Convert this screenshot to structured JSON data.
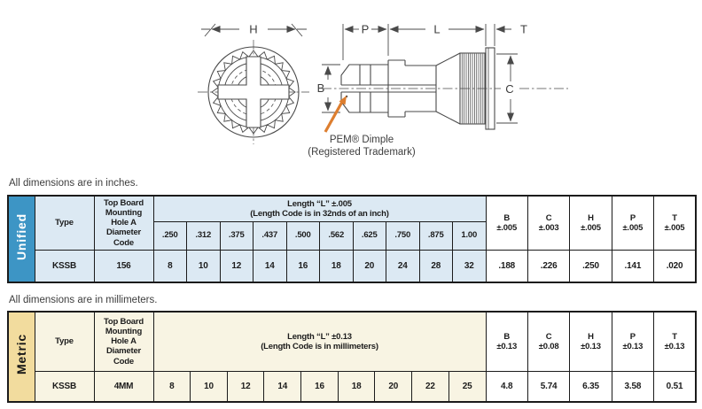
{
  "drawing": {
    "line_color": "#4a4a4a",
    "arrow_color": "#DD7E2F",
    "labels": {
      "h": "H",
      "p": "P",
      "l": "L",
      "t": "T",
      "b": "B",
      "c": "C"
    },
    "callout_line1": "PEM® Dimple",
    "callout_line2": "(Registered Trademark)"
  },
  "notes": {
    "inches": "All dimensions are in inches.",
    "millimeters": "All dimensions are in millimeters."
  },
  "unified": {
    "band_label": "Unified",
    "band_color": "#3D95C5",
    "cell_color": "#DCE9F3",
    "headers": {
      "type": "Type",
      "hole_code": "Top Board Mounting Hole A Diameter Code",
      "length_title": "Length “L” ±.005",
      "length_subtitle": "(Length Code is in 32nds of an inch)",
      "b": "B",
      "b_tol": "±.005",
      "c": "C",
      "c_tol": "±.003",
      "h": "H",
      "h_tol": "±.005",
      "p": "P",
      "p_tol": "±.005",
      "t": "T",
      "t_tol": "±.005"
    },
    "length_headers": [
      ".250",
      ".312",
      ".375",
      ".437",
      ".500",
      ".562",
      ".625",
      ".750",
      ".875",
      "1.00"
    ],
    "row": {
      "type": "KSSB",
      "hole_code": "156",
      "length_codes": [
        "8",
        "10",
        "12",
        "14",
        "16",
        "18",
        "20",
        "24",
        "28",
        "32"
      ],
      "b": ".188",
      "c": ".226",
      "h": ".250",
      "p": ".141",
      "t": ".020"
    }
  },
  "metric": {
    "band_label": "Metric",
    "band_color": "#F2DC9E",
    "cell_color": "#F8F4E3",
    "headers": {
      "type": "Type",
      "hole_code": "Top Board Mounting Hole A Diameter Code",
      "length_title": "Length “L” ±0.13",
      "length_subtitle": "(Length Code is in millimeters)",
      "b": "B",
      "b_tol": "±0.13",
      "c": "C",
      "c_tol": "±0.08",
      "h": "H",
      "h_tol": "±0.13",
      "p": "P",
      "p_tol": "±0.13",
      "t": "T",
      "t_tol": "±0.13"
    },
    "row": {
      "type": "KSSB",
      "hole_code": "4MM",
      "length_codes": [
        "8",
        "10",
        "12",
        "14",
        "16",
        "18",
        "20",
        "22",
        "25"
      ],
      "b": "4.8",
      "c": "5.74",
      "h": "6.35",
      "p": "3.58",
      "t": "0.51"
    }
  }
}
